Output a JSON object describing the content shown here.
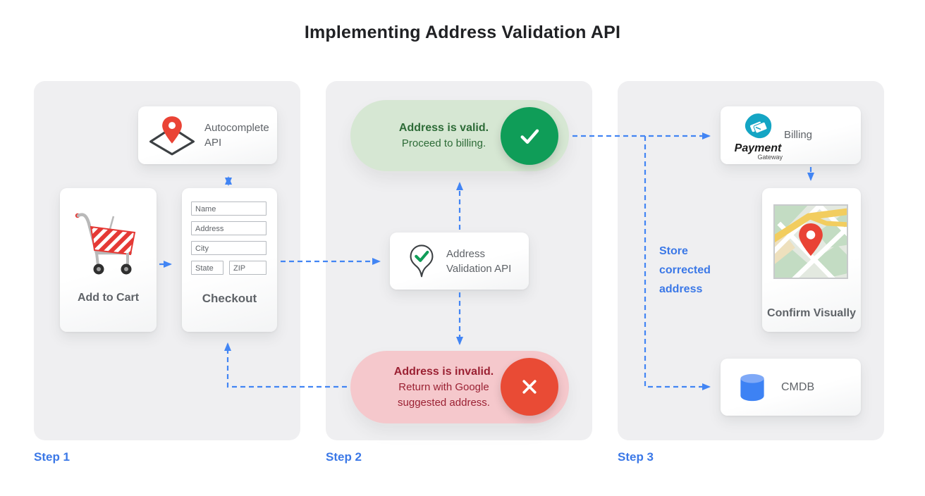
{
  "title": "Implementing Address Validation API",
  "colors": {
    "accent_blue": "#4285F4",
    "success_green": "#0F9D58",
    "error_red": "#E94B35",
    "valid_pill_bg": "#D6E7D3",
    "valid_pill_text": "#2D6B37",
    "invalid_pill_bg": "#F5C8CC",
    "invalid_pill_text": "#9B2133",
    "panel_bg": "#EFEFF1"
  },
  "icon_names": [
    "map-pin-diamond-icon",
    "shopping-cart-icon",
    "pin-check-icon",
    "check-icon",
    "x-icon",
    "payment-gateway-icon",
    "map-thumbnail-image",
    "database-icon"
  ],
  "step_labels": [
    "Step 1",
    "Step 2",
    "Step 3"
  ],
  "step1": {
    "autocomplete": {
      "label": "Autocomplete API"
    },
    "add_to_cart": {
      "label": "Add to Cart"
    },
    "checkout": {
      "label": "Checkout",
      "fields": [
        "Name",
        "Address",
        "City",
        "State",
        "ZIP"
      ]
    }
  },
  "step2": {
    "valid": {
      "headline": "Address is valid.",
      "body": "Proceed to billing."
    },
    "validation_api": {
      "label": "Address Validation API"
    },
    "invalid": {
      "headline": "Address is invalid.",
      "body": "Return with Google suggested address."
    }
  },
  "step3": {
    "billing": {
      "label": "Billing",
      "logo_primary": "Payment",
      "logo_secondary": "Gateway"
    },
    "confirm": {
      "label": "Confirm Visually"
    },
    "cmdb": {
      "label": "CMDB"
    },
    "note": "Store corrected address"
  }
}
